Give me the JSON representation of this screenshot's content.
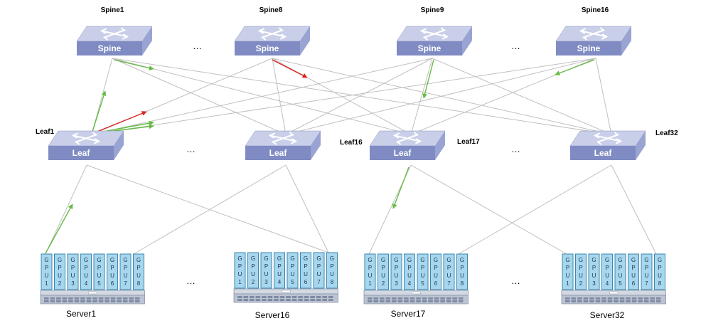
{
  "spines": [
    {
      "name": "Spine1",
      "label": "Spine"
    },
    {
      "name": "Spine8",
      "label": "Spine"
    },
    {
      "name": "Spine9",
      "label": "Spine"
    },
    {
      "name": "Spine16",
      "label": "Spine"
    }
  ],
  "leaves": [
    {
      "name": "Leaf1",
      "label": "Leaf"
    },
    {
      "name": "Leaf16",
      "label": "Leaf"
    },
    {
      "name": "Leaf17",
      "label": "Leaf"
    },
    {
      "name": "Leaf32",
      "label": "Leaf"
    }
  ],
  "servers": [
    {
      "name": "Server1"
    },
    {
      "name": "Server16"
    },
    {
      "name": "Server17"
    },
    {
      "name": "Server32"
    }
  ],
  "gpu_labels": [
    "1",
    "2",
    "3",
    "4",
    "5",
    "6",
    "7",
    "8"
  ],
  "gpu_letters": [
    "G",
    "P",
    "U"
  ],
  "ellipsis": "…",
  "colors": {
    "switch_top": "#c9cfe9",
    "switch_front": "#7f8bc2",
    "switch_side": "#9aa4d3",
    "link_gray": "#c0c0c0",
    "path_green": "#66bb44",
    "path_red": "#dd2222",
    "gpu_fill": "#a6d7ee",
    "gpu_border": "#3f87ad",
    "chassis": "#d3d9e3"
  }
}
